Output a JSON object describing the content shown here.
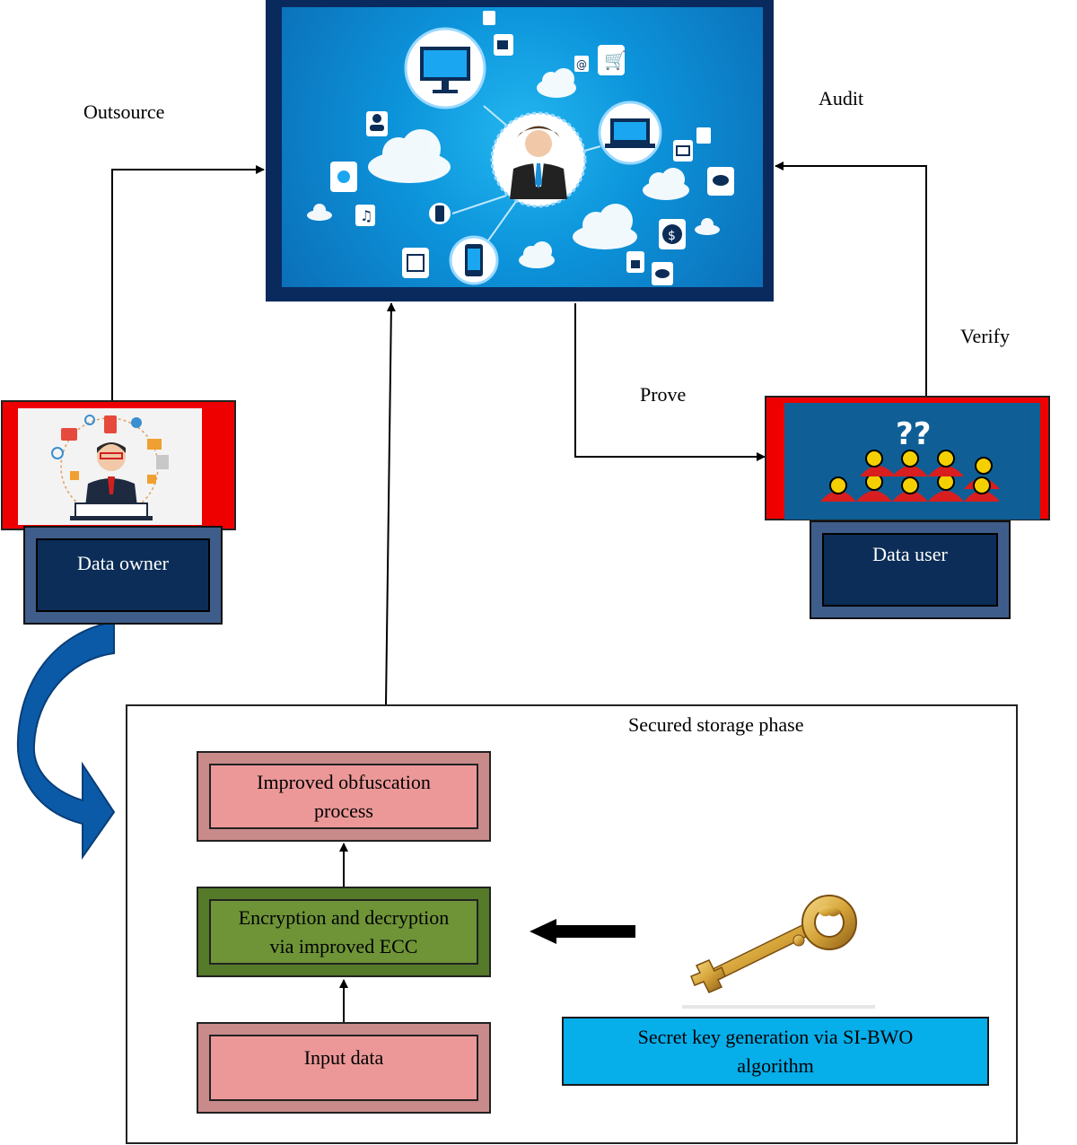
{
  "labels": {
    "outsource": "Outsource",
    "audit": "Audit",
    "verify": "Verify",
    "prove": "Prove",
    "secured_storage_phase": "Secured storage phase"
  },
  "boxes": {
    "data_owner": "Data owner",
    "data_user": "Data user",
    "improved_obfuscation_line1": "Improved obfuscation",
    "improved_obfuscation_line2": "process",
    "encryption_line1": "Encryption and decryption",
    "encryption_line2": "via improved ECC",
    "input_data": "Input data",
    "secret_key_line1": "Secret key generation via SI-BWO",
    "secret_key_line2": "algorithm"
  },
  "icons": {
    "cloud_center": "person-icon",
    "owner_image": "developer-at-laptop-icon",
    "user_image": "group-of-users-question-icon",
    "key_image": "golden-key-icon"
  },
  "colors": {
    "pink_box": "#ec9898",
    "green_box": "#6e9437",
    "navy_box": "#0b2d57",
    "secret_box": "#06aeea",
    "red_frame": "#ee0000",
    "cloud_blue": "#0a8fd6"
  }
}
